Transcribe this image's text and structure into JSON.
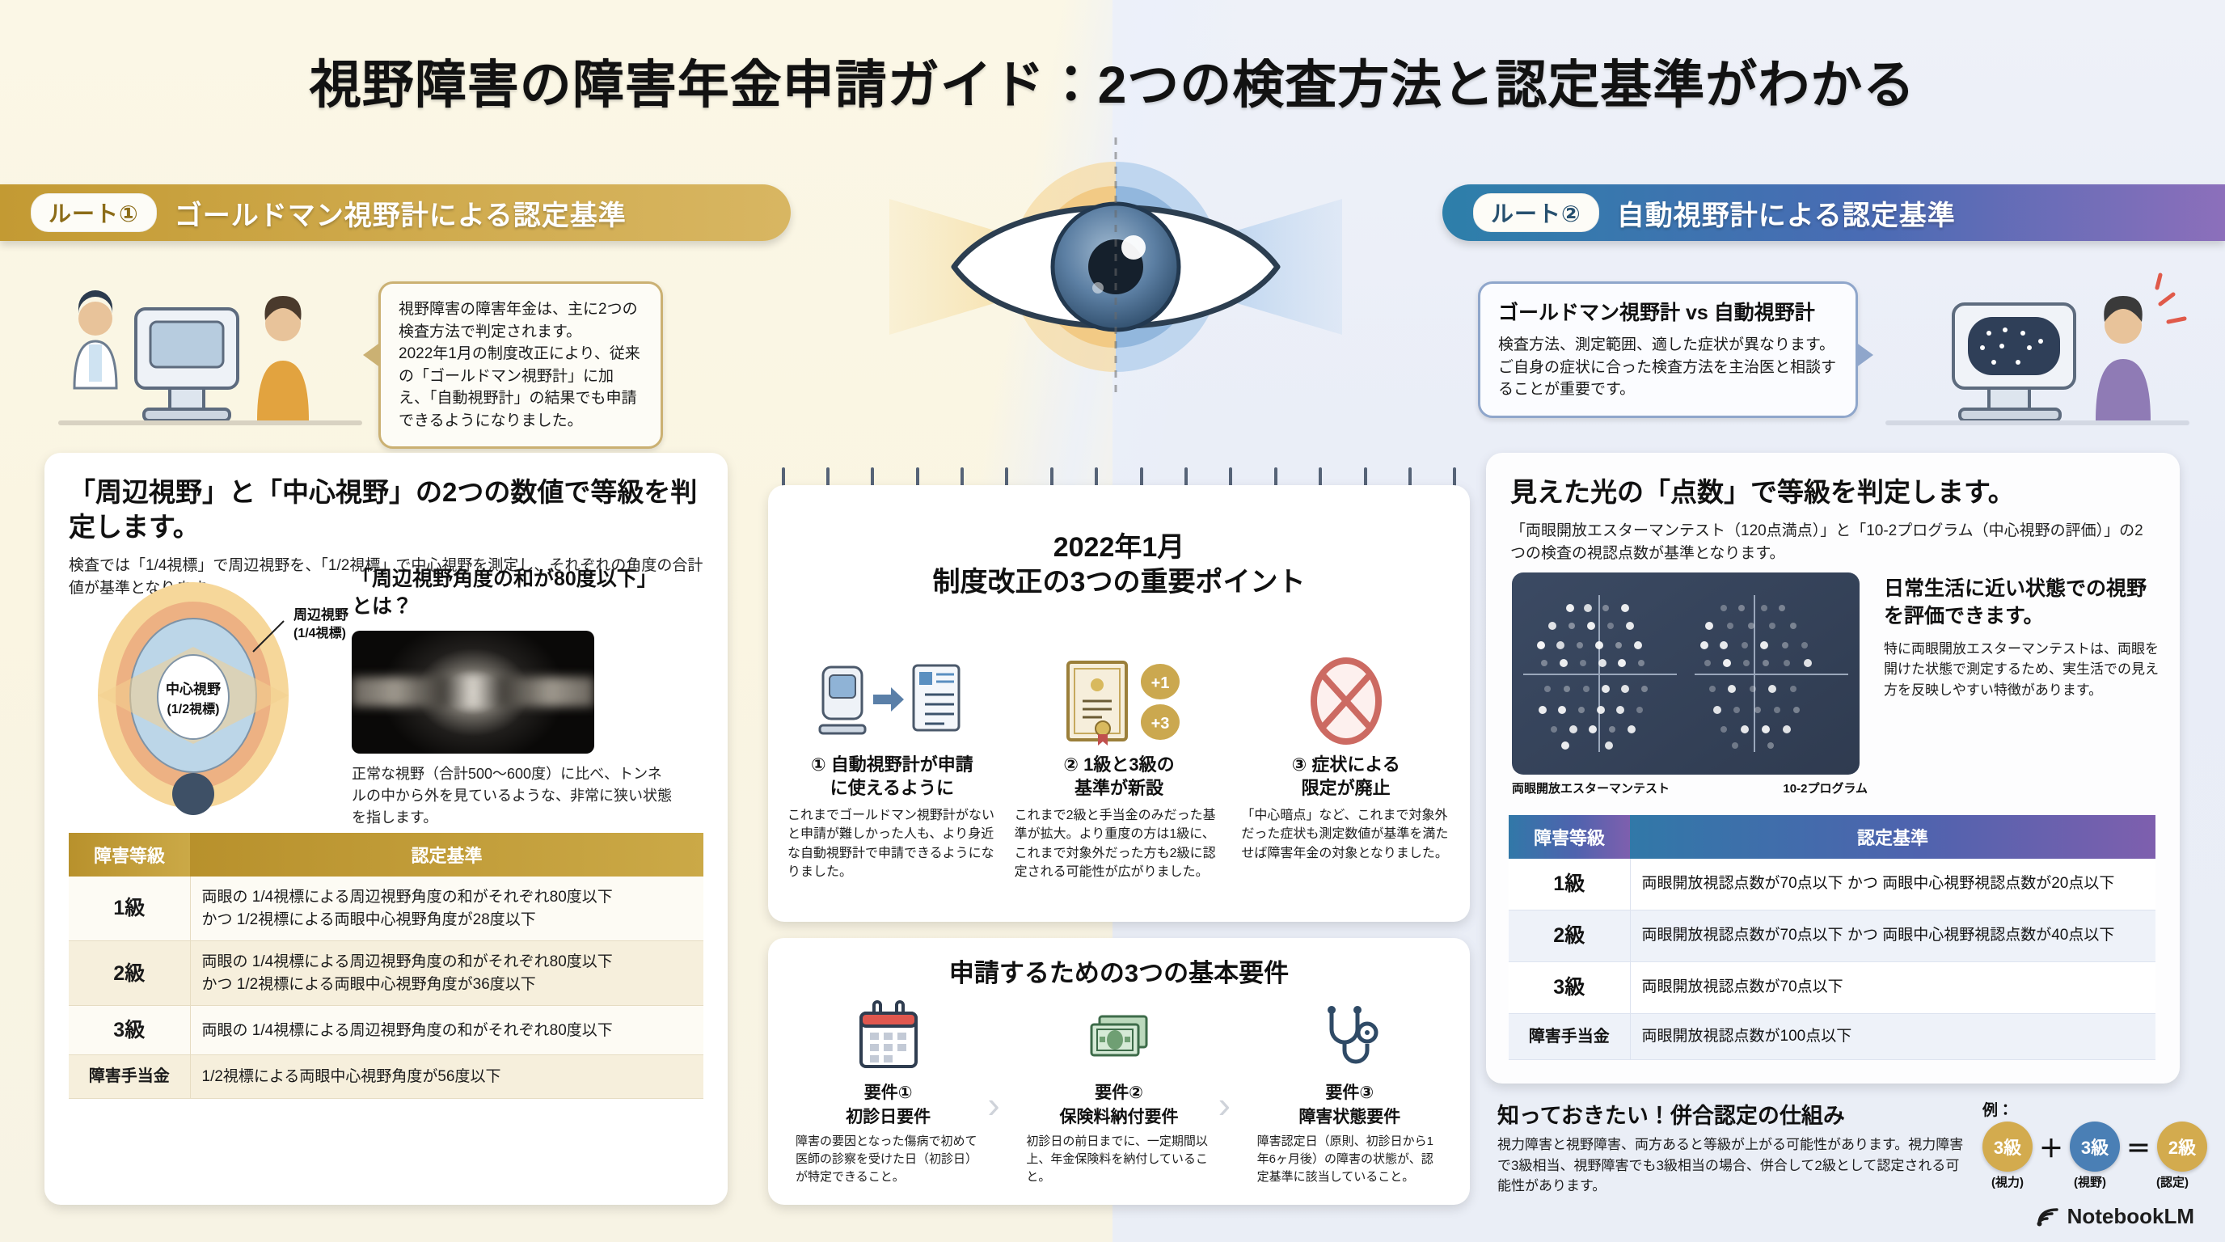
{
  "page": {
    "title": "視野障害の障害年金申請ガイド：2つの検査方法と認定基準がわかる",
    "brand": "NotebookLM"
  },
  "routes": {
    "left": {
      "pill": "ルート①",
      "text": "ゴールドマン視野計による認定基準"
    },
    "right": {
      "pill": "ルート②",
      "text": "自動視野計による認定基準"
    }
  },
  "bubbles": {
    "left": {
      "body": "視野障害の障害年金は、主に2つの検査方法で判定されます。\n2022年1月の制度改正により、従来の「ゴールドマン視野計」に加え、「自動視野計」の結果でも申請できるようになりました。"
    },
    "right": {
      "title": "ゴールドマン視野計 vs 自動視野計",
      "body": "検査方法、測定範囲、適した症状が異なります。ご自身の症状に合った検査方法を主治医と相談することが重要です。"
    }
  },
  "left_card": {
    "heading": "「周辺視野」と「中心視野」の2つの数値で等級を判定します。",
    "sub": "検査では「1/4視標」で周辺視野を、「1/2視標」で中心視野を測定し、それぞれの角度の合計値が基準となります。",
    "diagram": {
      "outer_label": "周辺視野",
      "outer_sub": "(1/4視標)",
      "inner_label": "中心視野",
      "inner_sub": "(1/2視標)"
    },
    "callout": {
      "question": "「周辺視野角度の和が80度以下」とは？",
      "note": "正常な視野（合計500〜600度）に比べ、トンネルの中から外を見ているような、非常に狭い状態を指します。"
    },
    "table": {
      "headers": [
        "障害等級",
        "認定基準"
      ],
      "rows": [
        {
          "grade": "1級",
          "criteria": "両眼の 1/4視標による周辺視野角度の和がそれぞれ80度以下\nかつ 1/2視標による両眼中心視野角度が28度以下"
        },
        {
          "grade": "2級",
          "criteria": "両眼の 1/4視標による周辺視野角度の和がそれぞれ80度以下\nかつ 1/2視標による両眼中心視野角度が36度以下"
        },
        {
          "grade": "3級",
          "criteria": "両眼の 1/4視標による周辺視野角度の和がそれぞれ80度以下"
        },
        {
          "grade": "障害手当金",
          "criteria": "1/2視標による両眼中心視野角度が56度以下"
        }
      ]
    }
  },
  "center_top": {
    "title_line1": "2022年1月",
    "title_line2": "制度改正の3つの重要ポイント",
    "points": [
      {
        "icon": "perimeter-to-document-icon",
        "heading": "① 自動視野計が申請\nに使えるように",
        "body": "これまでゴールドマン視野計がないと申請が難しかった人も、より身近な自動視野計で申請できるようになりました。"
      },
      {
        "icon": "certificate-plus-icon",
        "heading": "② 1級と3級の\n基準が新設",
        "body": "これまで2級と手当金のみだった基準が拡大。より重度の方は1級に、これまで対象外だった方も2級に認定される可能性が広がりました。",
        "badges": [
          "+1",
          "+3"
        ]
      },
      {
        "icon": "prohibited-icon",
        "heading": "③ 症状による\n限定が廃止",
        "body": "「中心暗点」など、これまで対象外だった症状も測定数値が基準を満たせば障害年金の対象となりました。"
      }
    ]
  },
  "center_bottom": {
    "title": "申請するための3つの基本要件",
    "items": [
      {
        "icon": "calendar-icon",
        "num": "要件①",
        "name": "初診日要件",
        "body": "障害の要因となった傷病で初めて医師の診察を受けた日（初診日）が特定できること。"
      },
      {
        "icon": "money-icon",
        "num": "要件②",
        "name": "保険料納付要件",
        "body": "初診日の前日までに、一定期間以上、年金保険料を納付していること。"
      },
      {
        "icon": "stethoscope-icon",
        "num": "要件③",
        "name": "障害状態要件",
        "body": "障害認定日（原則、初診日から1年6ヶ月後）の障害の状態が、認定基準に該当していること。"
      }
    ]
  },
  "right_card": {
    "heading": "見えた光の「点数」で等級を判定します。",
    "sub": "「両眼開放エスターマンテスト（120点満点）」と「10-2プログラム（中心視野の評価）」の2つの検査の視認点数が基準となります。",
    "image_captions": [
      "両眼開放エスターマンテスト",
      "10-2プログラム"
    ],
    "note": {
      "heading": "日常生活に近い状態での視野を評価できます。",
      "body": "特に両眼開放エスターマンテストは、両眼を開けた状態で測定するため、実生活での見え方を反映しやすい特徴があります。"
    },
    "table": {
      "headers": [
        "障害等級",
        "認定基準"
      ],
      "rows": [
        {
          "grade": "1級",
          "criteria": "両眼開放視認点数が70点以下 かつ 両眼中心視野視認点数が20点以下"
        },
        {
          "grade": "2級",
          "criteria": "両眼開放視認点数が70点以下 かつ 両眼中心視野視認点数が40点以下"
        },
        {
          "grade": "3級",
          "criteria": "両眼開放視認点数が70点以下"
        },
        {
          "grade": "障害手当金",
          "criteria": "両眼開放視認点数が100点以下"
        }
      ]
    }
  },
  "combine": {
    "heading": "知っておきたい！併合認定の仕組み",
    "body": "視力障害と視野障害、両方あると等級が上がる可能性があります。視力障害で3級相当、視野障害でも3級相当の場合、併合して2級として認定される可能性があります。",
    "example_label": "例：",
    "equation": {
      "a": "3級",
      "a_cap": "(視力)",
      "plus": "＋",
      "b": "3級",
      "b_cap": "(視野)",
      "equals": "＝",
      "c": "2級",
      "c_cap": "(認定)"
    }
  },
  "colors": {
    "gold": "#c39a33",
    "blue": "#3178a8",
    "purple": "#8c6fbb",
    "left_bg": "#faf5e2",
    "right_bg": "#eaeef6"
  }
}
